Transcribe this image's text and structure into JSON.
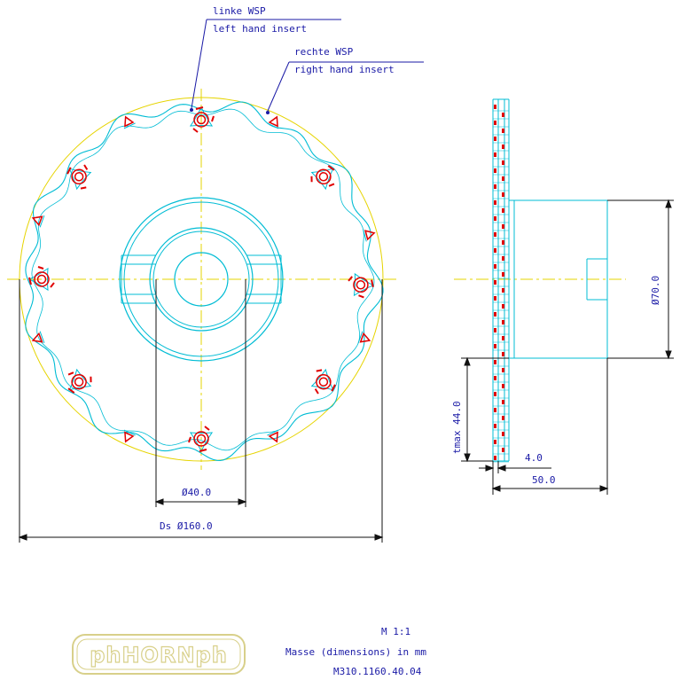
{
  "callouts": {
    "left_de": "linke WSP",
    "left_en": "left hand insert",
    "right_de": "rechte WSP",
    "right_en": "right hand insert"
  },
  "dimensions": {
    "bore": "Ø40.0",
    "outer": "Ds  Ø160.0",
    "hub_diameter": "Ø70.0",
    "tmax": "tmax  44.0",
    "width": "4.0",
    "length": "50.0"
  },
  "title_block": {
    "scale": "M 1:1",
    "units": "Masse (dimensions) in mm",
    "part_no": "M310.1160.40.04",
    "logo": "phHORNph"
  },
  "colors": {
    "cyan": "#00bcd4",
    "yellow": "#e6d400",
    "red": "#e00000",
    "blue": "#1a1aa6",
    "logo": "#d8d08a"
  }
}
